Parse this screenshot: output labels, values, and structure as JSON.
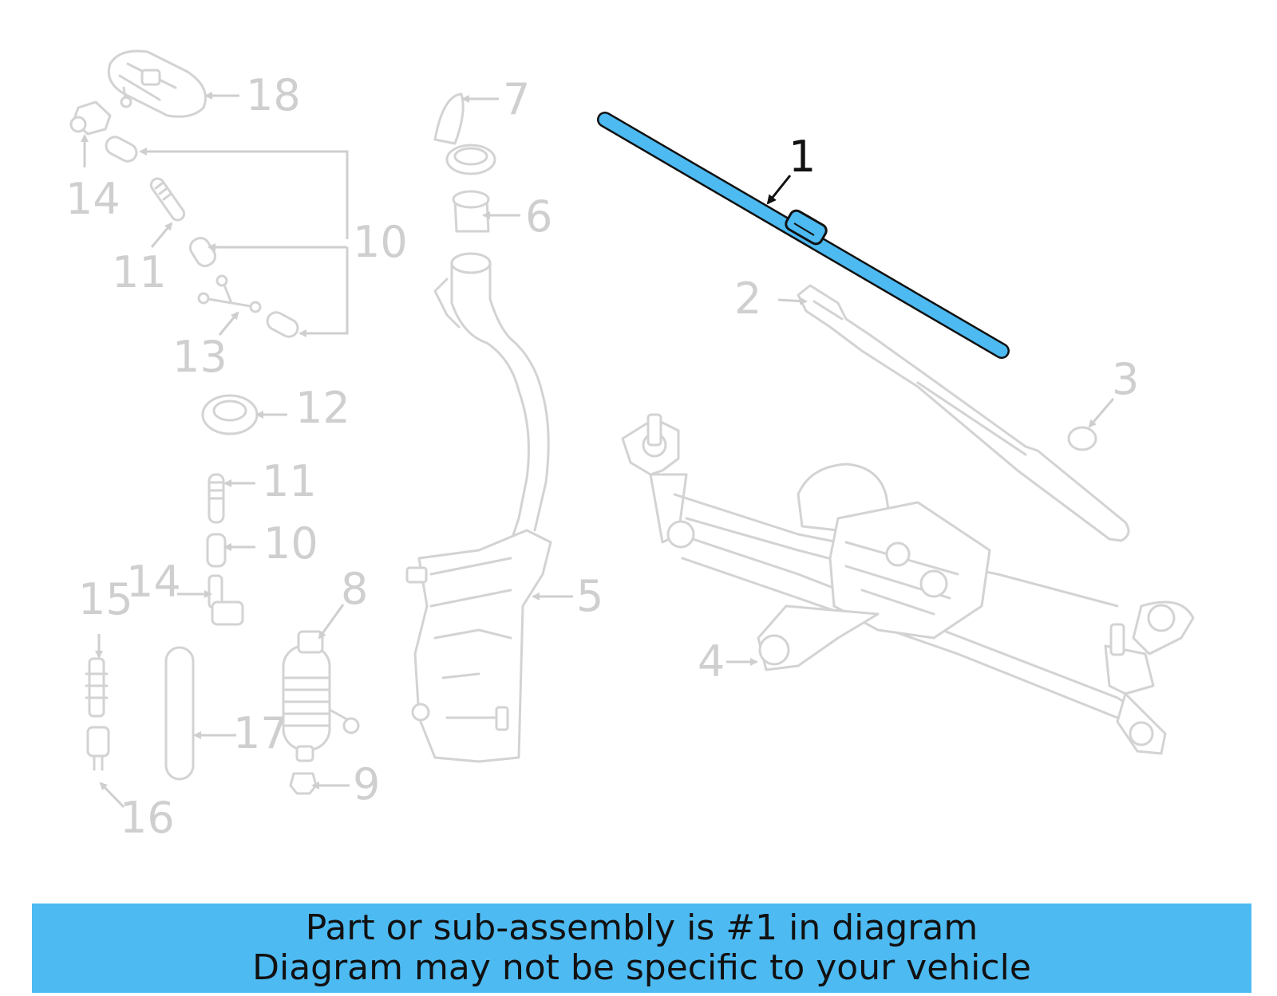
{
  "diagram": {
    "highlight_color": "#4dbaf2",
    "muted_color": "#d3d3d3",
    "callouts": [
      {
        "id": "c1",
        "label": "1",
        "highlighted": true
      },
      {
        "id": "c2",
        "label": "2"
      },
      {
        "id": "c3",
        "label": "3"
      },
      {
        "id": "c4",
        "label": "4"
      },
      {
        "id": "c5",
        "label": "5"
      },
      {
        "id": "c6",
        "label": "6"
      },
      {
        "id": "c7",
        "label": "7"
      },
      {
        "id": "c8",
        "label": "8"
      },
      {
        "id": "c9",
        "label": "9"
      },
      {
        "id": "c10a",
        "label": "10"
      },
      {
        "id": "c10b",
        "label": "10"
      },
      {
        "id": "c11a",
        "label": "11"
      },
      {
        "id": "c11b",
        "label": "11"
      },
      {
        "id": "c12",
        "label": "12"
      },
      {
        "id": "c13",
        "label": "13"
      },
      {
        "id": "c14a",
        "label": "14"
      },
      {
        "id": "c14b",
        "label": "14"
      },
      {
        "id": "c15",
        "label": "15"
      },
      {
        "id": "c16",
        "label": "16"
      },
      {
        "id": "c17",
        "label": "17"
      },
      {
        "id": "c18",
        "label": "18"
      }
    ]
  },
  "banner": {
    "line1": "Part or sub-assembly is #1 in diagram",
    "line2": "Diagram may not be specific to your vehicle"
  }
}
